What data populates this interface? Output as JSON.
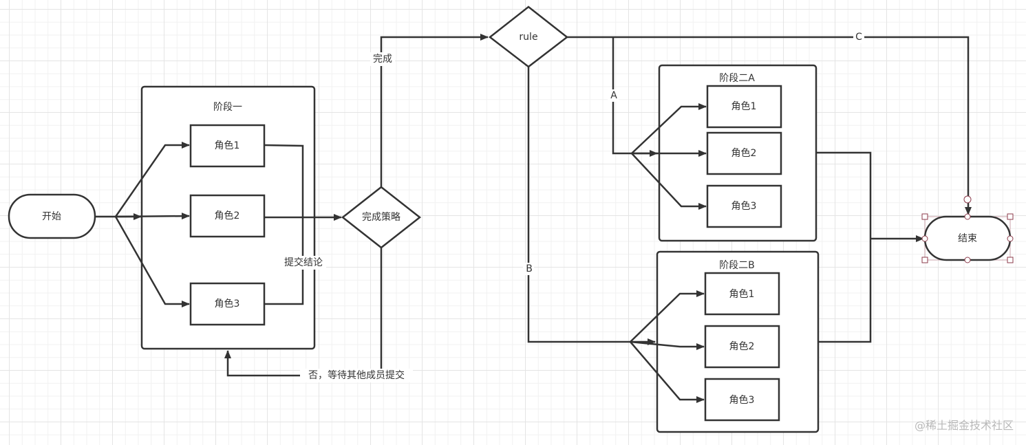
{
  "diagram": {
    "start": {
      "label": "开始"
    },
    "end": {
      "label": "结束"
    },
    "stage1": {
      "title": "阶段一",
      "roles": [
        "角色1",
        "角色2",
        "角色3"
      ]
    },
    "decision_strategy": {
      "label": "完成策略"
    },
    "decision_rule": {
      "label": "rule"
    },
    "stage2a": {
      "title": "阶段二A",
      "roles": [
        "角色1",
        "角色2",
        "角色3"
      ]
    },
    "stage2b": {
      "title": "阶段二B",
      "roles": [
        "角色1",
        "角色2",
        "角色3"
      ]
    },
    "edge_labels": {
      "submit": "提交结论",
      "done": "完成",
      "wait": "否，等待其他成员提交",
      "branch_a": "A",
      "branch_b": "B",
      "branch_c": "C"
    },
    "colors": {
      "stroke": "#333333",
      "selection": "#8b3a4a"
    }
  },
  "watermark": "@稀土掘金技术社区"
}
